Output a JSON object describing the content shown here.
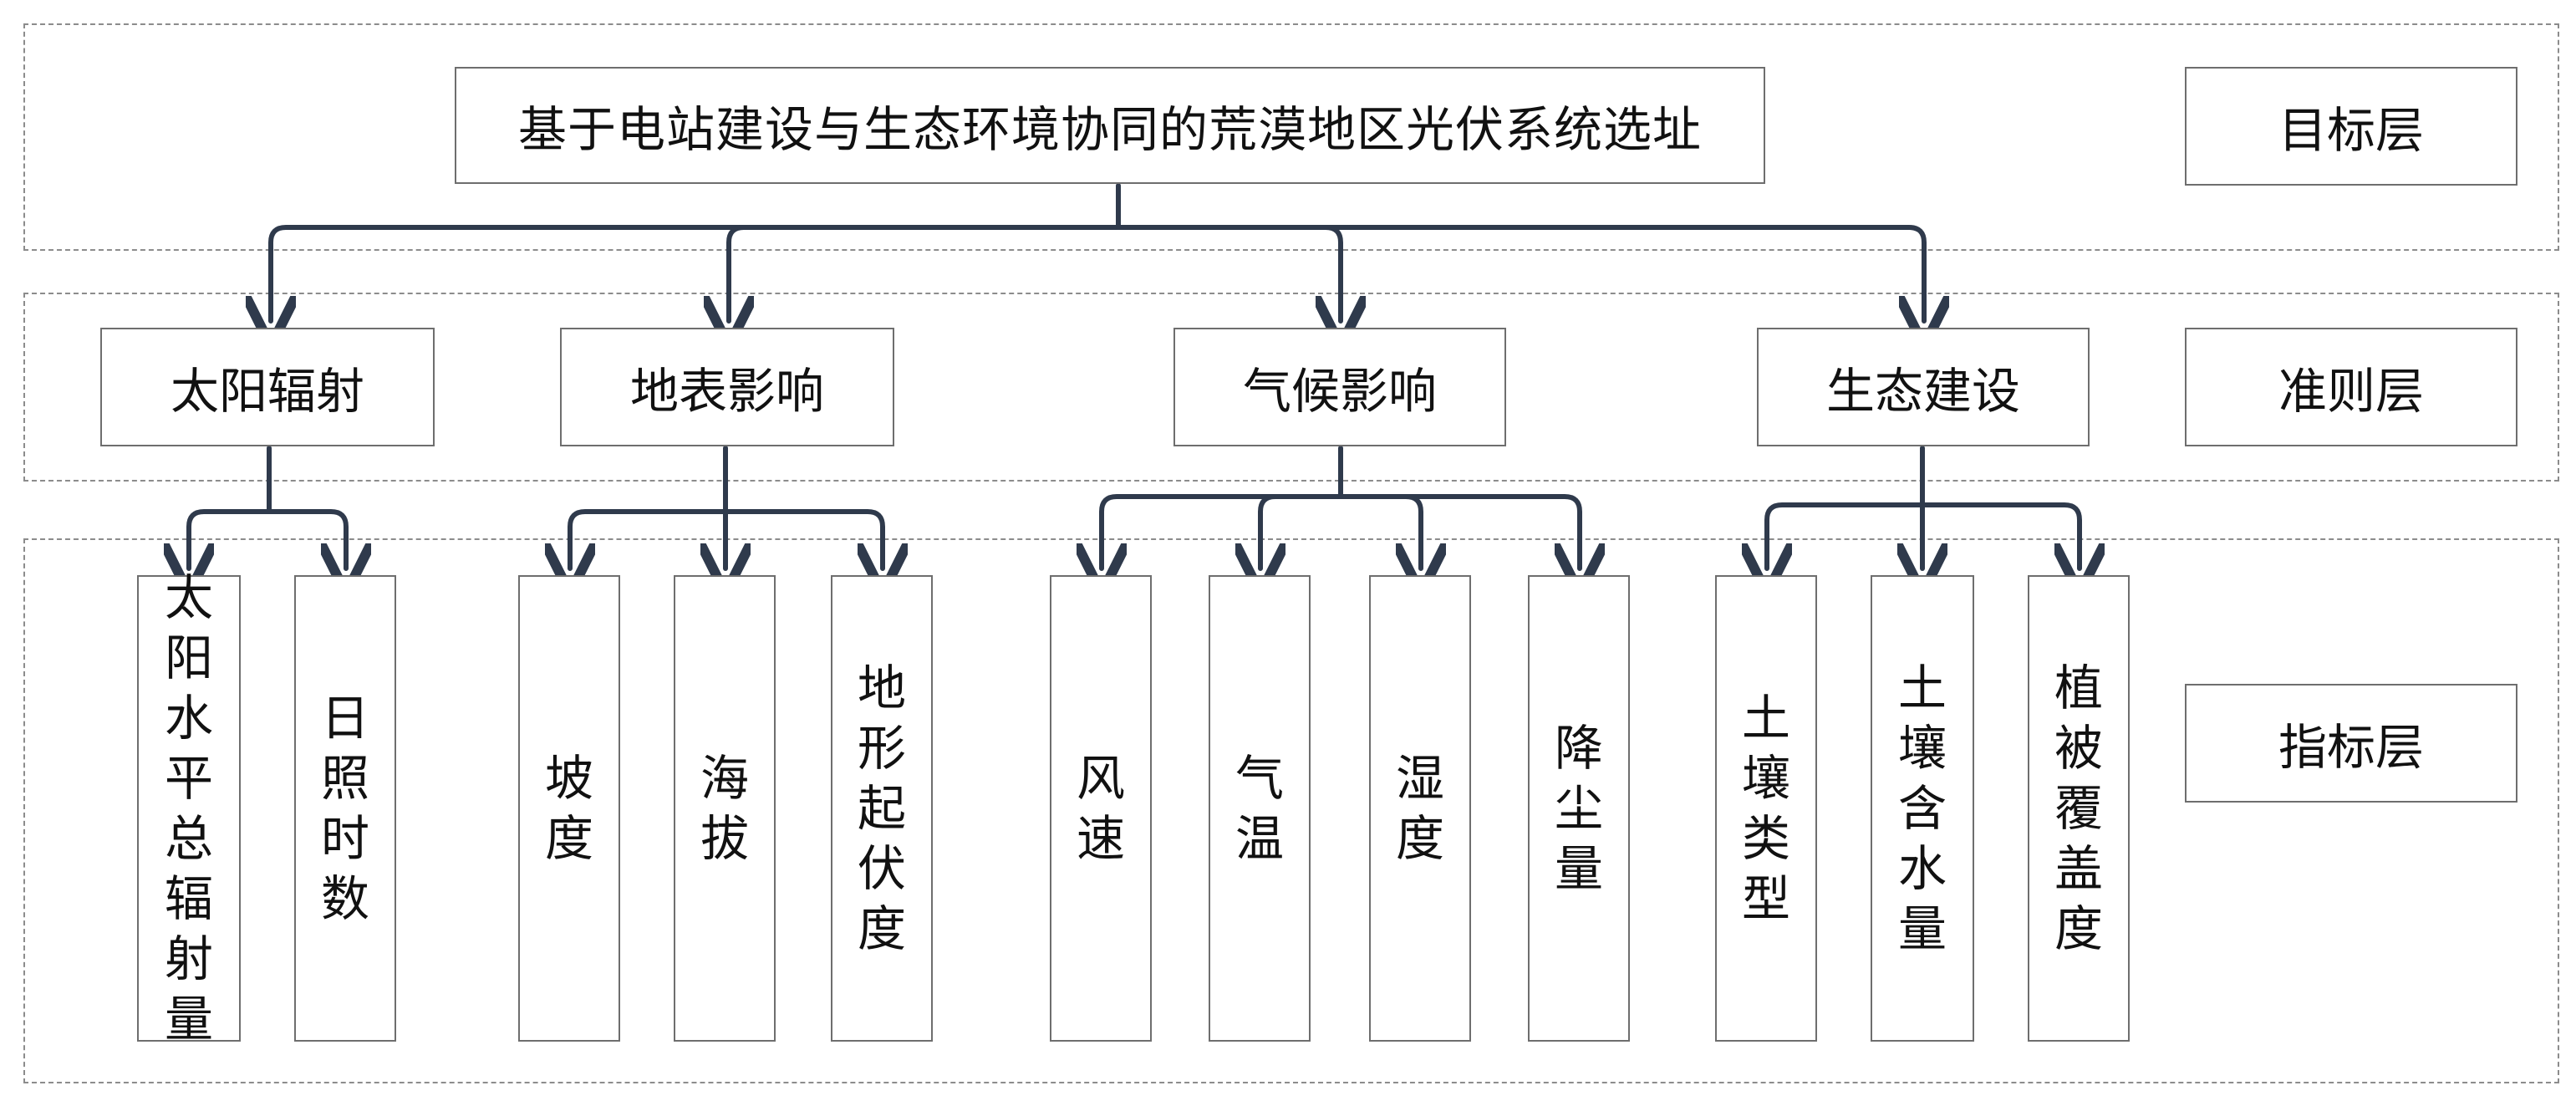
{
  "goal": {
    "text": "基于电站建设与生态环境协同的荒漠地区光伏系统选址"
  },
  "layer_labels": {
    "goal": "目标层",
    "criteria": "准则层",
    "indicator": "指标层"
  },
  "criteria": [
    {
      "id": "solar",
      "label": "太阳辐射"
    },
    {
      "id": "surface",
      "label": "地表影响"
    },
    {
      "id": "climate",
      "label": "气候影响"
    },
    {
      "id": "eco",
      "label": "生态建设"
    }
  ],
  "indicators": [
    {
      "parent": "solar",
      "label": "太阳水平总辐射量"
    },
    {
      "parent": "solar",
      "label": "日照时数"
    },
    {
      "parent": "surface",
      "label": "坡度"
    },
    {
      "parent": "surface",
      "label": "海拔"
    },
    {
      "parent": "surface",
      "label": "地形起伏度"
    },
    {
      "parent": "climate",
      "label": "风速"
    },
    {
      "parent": "climate",
      "label": "气温"
    },
    {
      "parent": "climate",
      "label": "湿度"
    },
    {
      "parent": "climate",
      "label": "降尘量"
    },
    {
      "parent": "eco",
      "label": "土壤类型"
    },
    {
      "parent": "eco",
      "label": "土壤含水量"
    },
    {
      "parent": "eco",
      "label": "植被覆盖度"
    }
  ],
  "colors": {
    "connector": "#2f3a4c",
    "box_border": "#6e6e6e",
    "layer_border": "#8c8c8c"
  }
}
